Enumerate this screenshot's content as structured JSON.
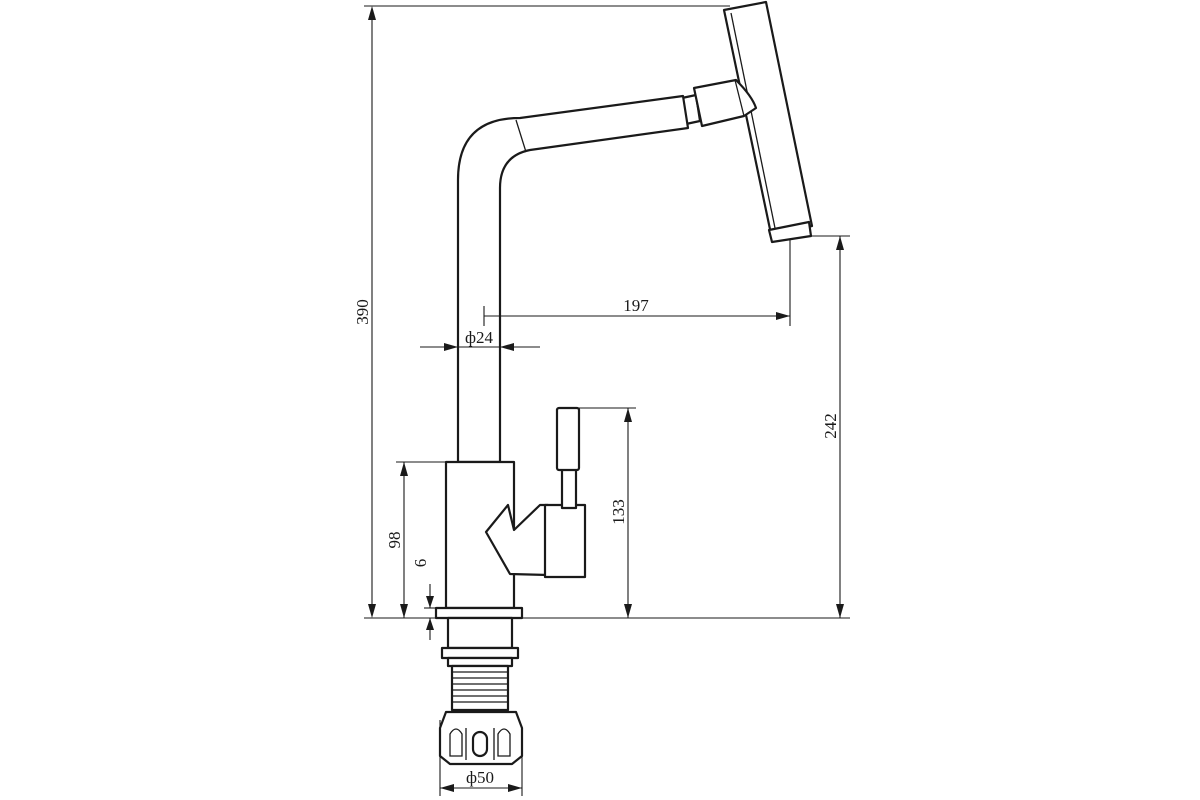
{
  "drawing": {
    "stroke_color": "#1a1a1a",
    "background": "#ffffff"
  },
  "dimensions": {
    "total_height": "390",
    "spout_reach": "197",
    "tube_diameter": "ф24",
    "outlet_height": "242",
    "lever_height": "133",
    "body_height": "98",
    "flange_thickness": "6",
    "base_diameter": "ф50"
  }
}
